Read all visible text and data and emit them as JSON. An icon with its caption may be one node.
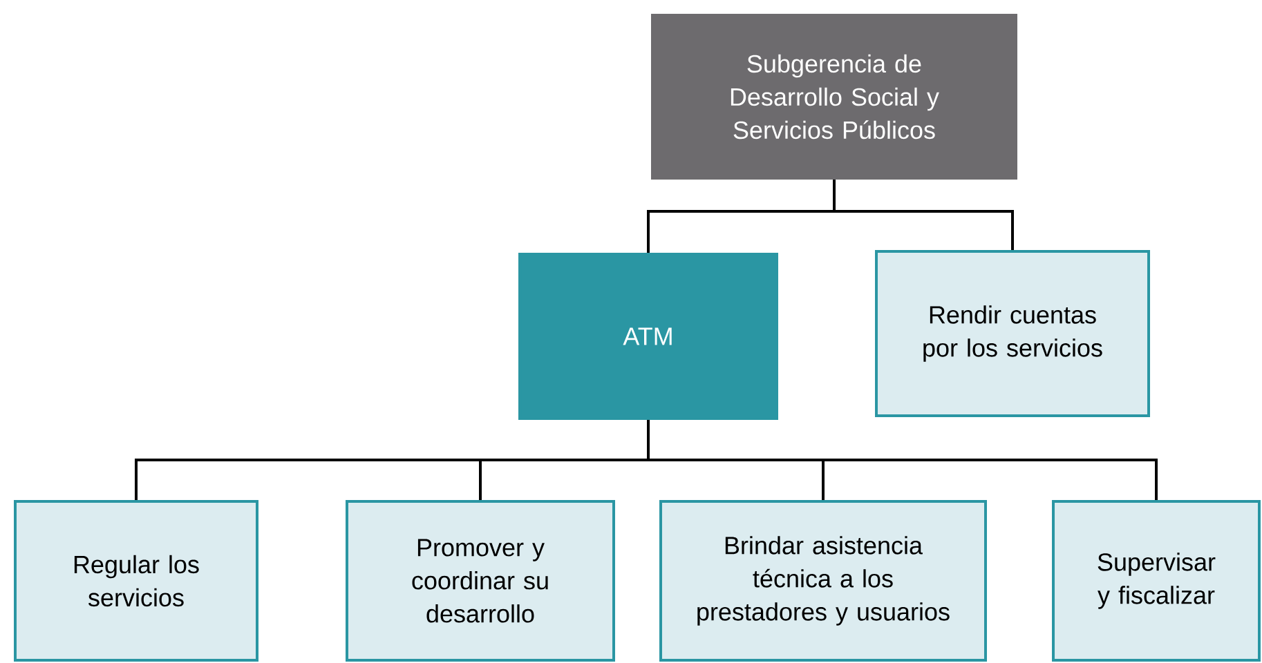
{
  "diagram": {
    "nodes": [
      {
        "text": [
          "Subgerencia de Desarrollo Social y Servicios Públicos"
        ]
      },
      {
        "text": [
          "ATM"
        ]
      },
      {
        "text": [
          "Rendir cuentas por los servicios"
        ]
      },
      {
        "text": [
          "Regular los servicios"
        ]
      },
      {
        "text": [
          "Promover y coordinar su desarrollo"
        ]
      },
      {
        "text": [
          "Brindar asistencia técnica a los prestadores y usuarios"
        ]
      },
      {
        "text": [
          "Supervisar y fiscalizar"
        ]
      }
    ],
    "edges": [
      {
        "from": 0,
        "to": 1,
        "arrow": "none"
      },
      {
        "from": 0,
        "to": 2,
        "arrow": "none"
      },
      {
        "from": 1,
        "to": 3,
        "arrow": "none"
      },
      {
        "from": 1,
        "to": 4,
        "arrow": "none"
      },
      {
        "from": 1,
        "to": 5,
        "arrow": "none"
      },
      {
        "from": 1,
        "to": 6,
        "arrow": "none"
      }
    ]
  }
}
